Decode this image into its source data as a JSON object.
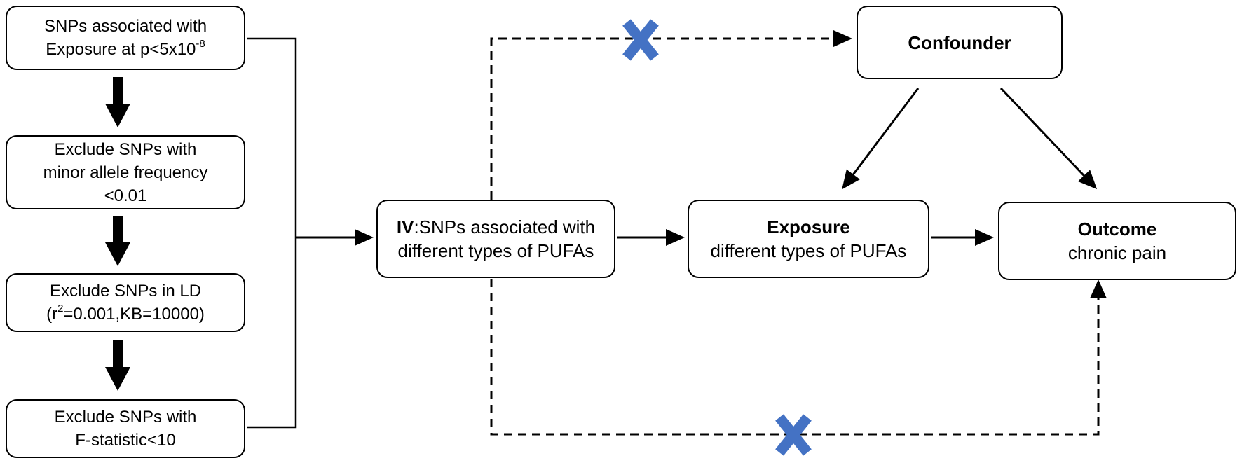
{
  "steps": {
    "step1": {
      "line1": "SNPs associated with",
      "line2_pre": "Exposure at p<5x10",
      "line2_sup": "-8"
    },
    "step2": {
      "line1": "Exclude SNPs with",
      "line2": "minor allele frequency",
      "line3": "<0.01"
    },
    "step3": {
      "line1": "Exclude SNPs in LD",
      "line2_pre": "(r",
      "line2_sup": "2",
      "line2_post": "=0.001,KB=10000)"
    },
    "step4": {
      "line1": "Exclude SNPs with",
      "line2": "F-statistic<10"
    }
  },
  "iv": {
    "label_bold": "IV",
    "label_rest": ":SNPs associated with",
    "line2": "different types of PUFAs"
  },
  "exposure": {
    "title": "Exposure",
    "subtitle": "different types of PUFAs"
  },
  "outcome": {
    "title": "Outcome",
    "subtitle": "chronic pain"
  },
  "confounder": {
    "title": "Confounder"
  },
  "colors": {
    "cross": "#4472C4",
    "stroke": "#000000"
  },
  "icons": {
    "blocked_path_marker": "cross-icon"
  }
}
